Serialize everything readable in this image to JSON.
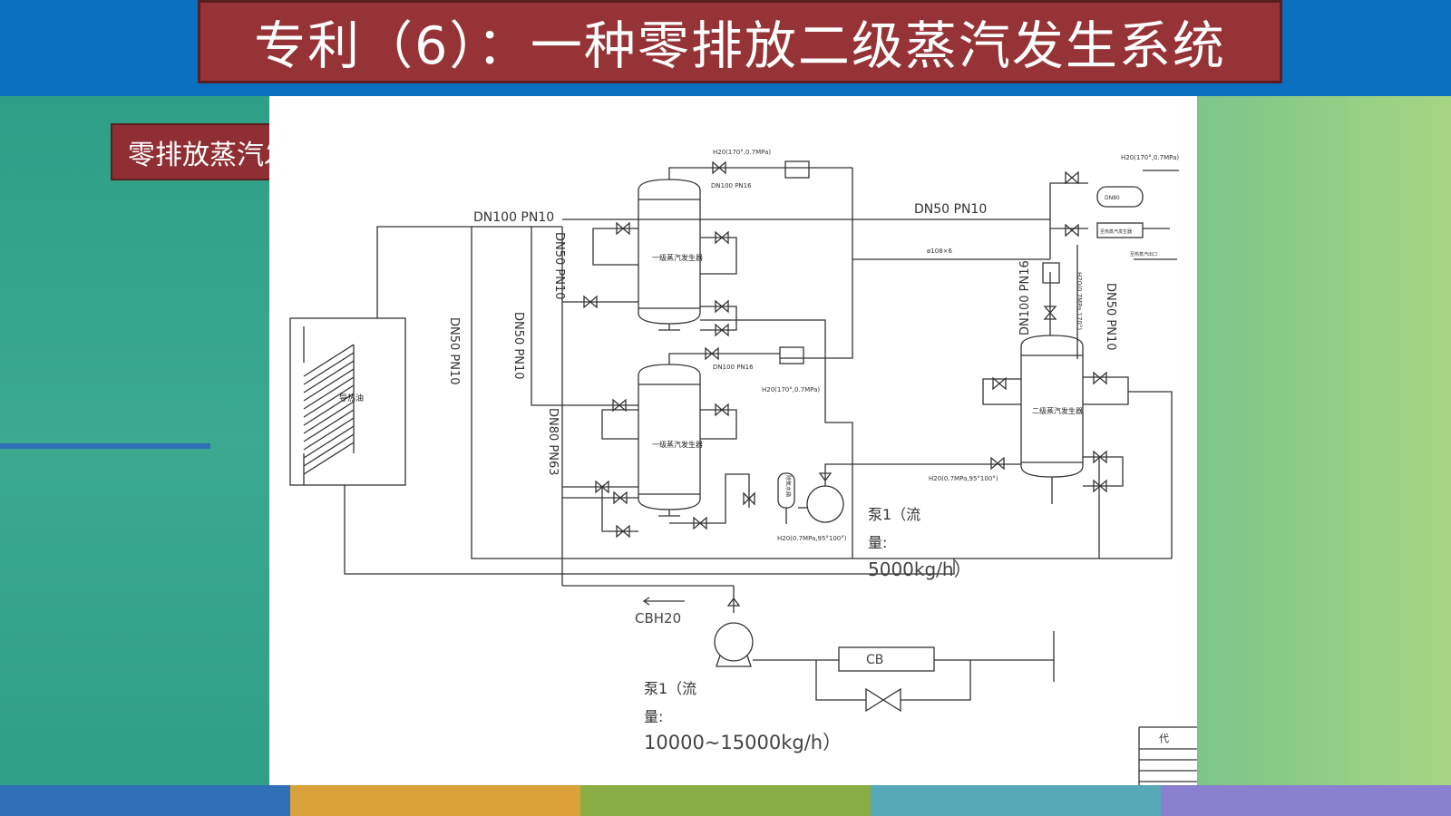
{
  "header": {
    "title": "专利（6）：一种零排放二级蒸汽发生系统"
  },
  "section": {
    "subtitle": "零排放蒸汽发生系统设计"
  },
  "diagram": {
    "heat_oil_label": "导热油",
    "stage1_generator_label": "一级蒸汽发生器",
    "stage2_generator_label": "二级蒸汽发生器",
    "tank_label": "除氧水箱",
    "cb_label": "CB",
    "cbh2o_label": "CBH20",
    "pump1_label_line1": "泵1（流",
    "pump1_label_line2": "量:",
    "pump1_label_line3": "5000kg/h）",
    "pump2_label_line1": "泵1（流",
    "pump2_label_line2": "量:",
    "pump2_label_line3": "10000~15000kg/h）",
    "pipe_dn100_pn10": "DN100  PN10",
    "pipe_dn50_pn10_top": "DN50  PN10",
    "pipe_dn50_pn10_v1": "DN50  PN10",
    "pipe_dn50_pn10_v2": "DN50  PN10",
    "pipe_dn50_pn10_v3": "DN50  PN10",
    "pipe_dn80_pn63": "DN80  PN63",
    "pipe_dn100_pn16_v": "DN100  PN16",
    "pipe_dn50_pn10_right": "DN50  PN10",
    "small_dn100_pn16_a": "DN100 PN16",
    "small_dn100_pn16_b": "DN100 PN16",
    "h2o_top": "H20(170°,0.7MPa)",
    "h2o_mid": "H20(170°,0.7MPa)",
    "h2o_right_top": "H20(170°,0.7MPa)",
    "h2o_right_low": "H20(0.7MPa,95°100°)",
    "h2o_pump": "H20(0.7MPa,95°100°)",
    "h2o_vert": "H20(0.7MPa,170°)",
    "pipe_108": "ø108×6",
    "dn80_label": "DN80",
    "right_small_label": "至热蒸汽发生器",
    "right_small_label2": "至热蒸汽出口",
    "title_block_char": "代"
  },
  "footer_colors": [
    "#2f6fb6",
    "#dba13b",
    "#8aad45",
    "#57a9b8",
    "#8b7fd0"
  ]
}
